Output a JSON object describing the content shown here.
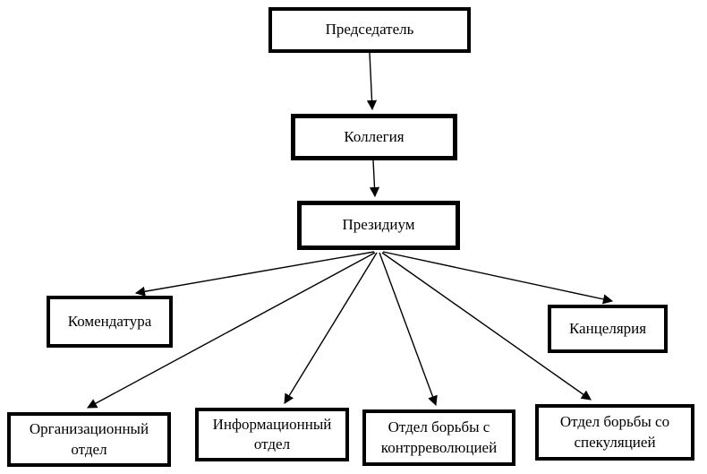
{
  "diagram": {
    "title": "Structure chart (VChK organization)",
    "nodes": {
      "chairman": {
        "label": "Председатель"
      },
      "collegium": {
        "label": "Коллегия"
      },
      "presidium": {
        "label": "Президиум"
      },
      "komendatura": {
        "label": "Комендатура"
      },
      "kancelyariya": {
        "label": "Канцелярия"
      },
      "org_otdel": {
        "label": "Организационный отдел"
      },
      "inform_otdel": {
        "label": "Информационный отдел"
      },
      "counter_rev": {
        "label": "Отдел борьбы с контрреволюцией"
      },
      "speculation": {
        "label": "Отдел борьбы со спекуляцией"
      }
    },
    "edges": [
      "Председатель → Коллегия",
      "Коллегия → Президиум",
      "Президиум → Комендатура",
      "Президиум → Канцелярия",
      "Президиум → Организационный отдел",
      "Президиум → Информационный отдел",
      "Президиум → Отдел борьбы с контрреволюцией",
      "Президиум → Отдел борьбы со спекуляцией"
    ],
    "colors": {
      "box_border": "#000000",
      "box_fill": "#ffffff",
      "text": "#000000",
      "arrow": "#000000"
    }
  }
}
